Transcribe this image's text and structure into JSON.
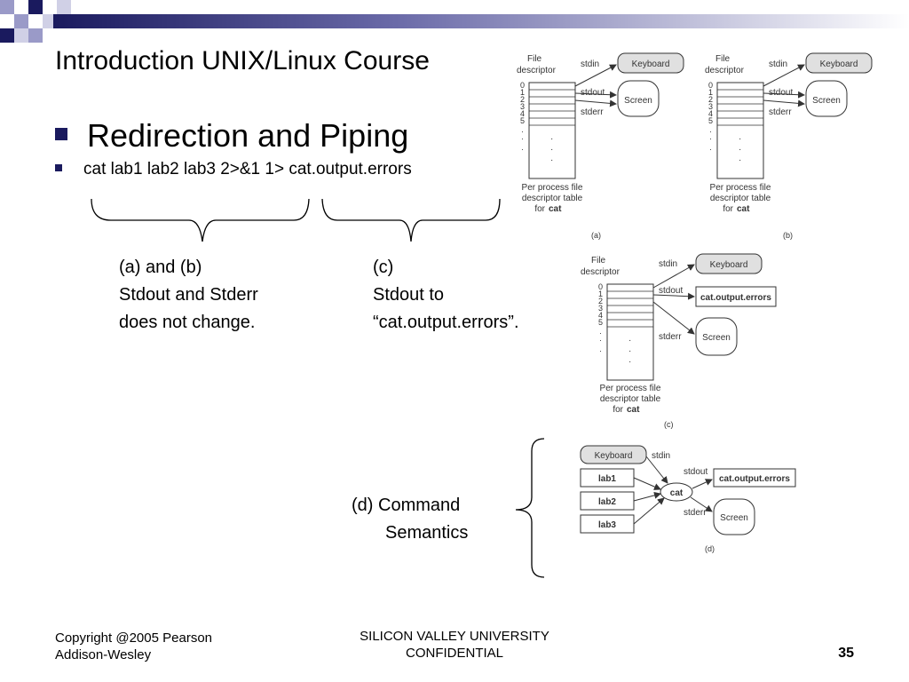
{
  "title": "Introduction UNIX/Linux Course",
  "bullet_main": "Redirection and Piping",
  "bullet_sub": "cat lab1 lab2 lab3  2>&1  1>  cat.output.errors",
  "note_ab": {
    "line1": "(a)  and (b)",
    "line2": "Stdout and Stderr",
    "line3": "does not change."
  },
  "note_c": {
    "line1": "(c)",
    "line2": "Stdout to",
    "line3": "“cat.output.errors”."
  },
  "note_d": {
    "line1": "(d) Command",
    "line2": "Semantics"
  },
  "diagram_labels": {
    "file_descriptor_l1": "File",
    "file_descriptor_l2": "descriptor",
    "stdin": "stdin",
    "stdout": "stdout",
    "stderr": "stderr",
    "keyboard": "Keyboard",
    "screen": "Screen",
    "output_file": "cat.output.errors",
    "table_caption_l1": "Per process file",
    "table_caption_l2": "descriptor table",
    "table_caption_l3": "for",
    "cat": "cat",
    "fd_numbers": [
      "0",
      "1",
      "2",
      "3",
      "4",
      "5"
    ],
    "lab1": "lab1",
    "lab2": "lab2",
    "lab3": "lab3"
  },
  "panel_labels": {
    "a": "(a)",
    "b": "(b)",
    "c": "(c)",
    "d": "(d)"
  },
  "footer": {
    "copyright_l1": "Copyright @2005 Pearson",
    "copyright_l2": "Addison-Wesley",
    "center_l1": "SILICON VALLEY UNIVERSITY",
    "center_l2": "CONFIDENTIAL",
    "page_number": "35"
  },
  "colors": {
    "header_dark": "#1a1a5e",
    "header_light": "#9a9ac8",
    "box_fill": "#e0e0e0"
  }
}
